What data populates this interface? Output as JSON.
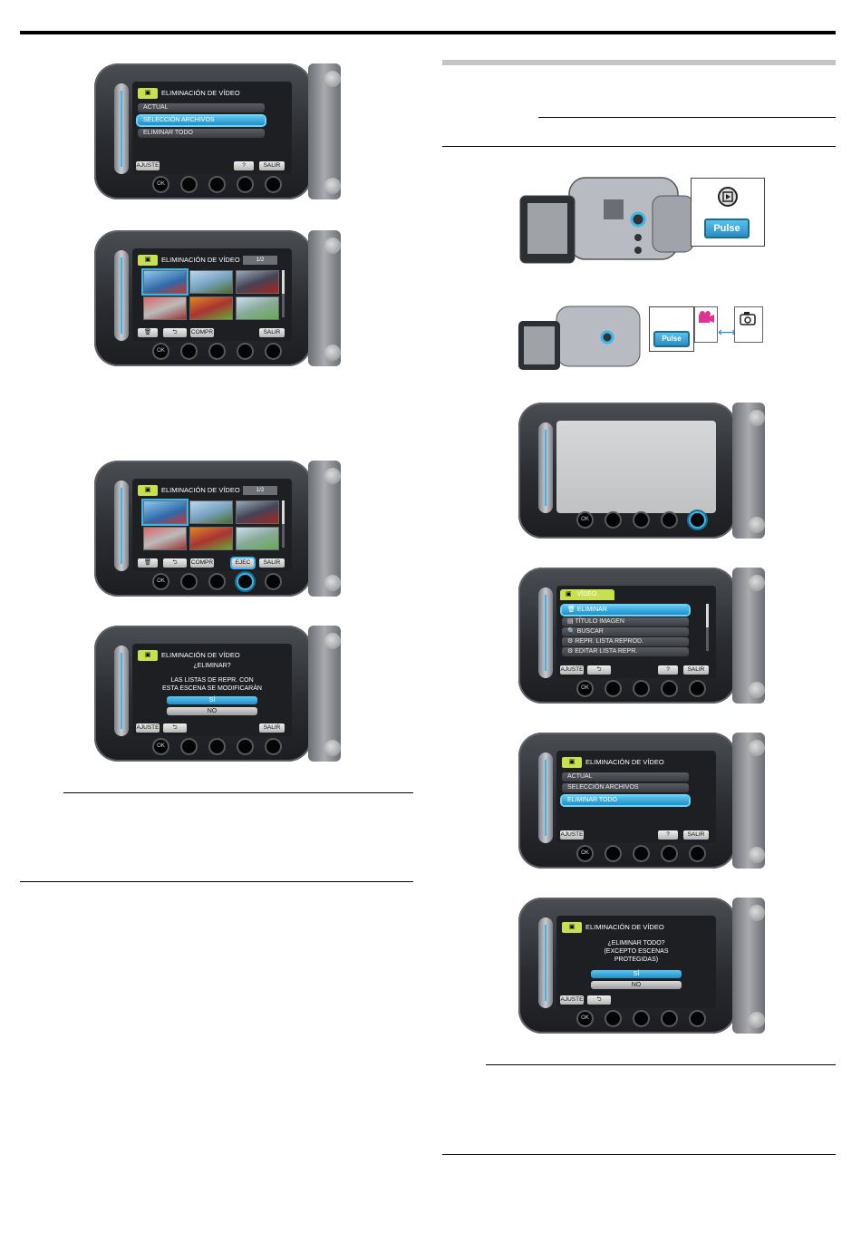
{
  "buttons": {
    "ajuste": "AJUSTE",
    "help": "?",
    "salir": "SALIR",
    "compr": "COMPR",
    "ejec": "EJEC",
    "back": "⮌",
    "trash": "🗑",
    "pulse": "Pulse",
    "ok": "OK"
  },
  "screens": {
    "delete_video_title": "ELIMINACIÓN DE VÍDEO",
    "page_indicator": "1/2",
    "options": [
      "ACTUAL",
      "SELECCIÓN ARCHIVOS",
      "ELIMINAR TODO"
    ],
    "confirm_question": "¿ELIMINAR?",
    "confirm_note_line1": "LAS LISTAS DE REPR. CON",
    "confirm_note_line2": "ESTA ESCENA SE MODIFICARÁN",
    "yes": "SÍ",
    "no": "NO",
    "video_menu_title": "VÍDEO",
    "video_menu_items": [
      "ELIMINAR",
      "TÍTULO IMAGEN",
      "BUSCAR",
      "REPR. LISTA REPROD.",
      "EDITAR LISTA REPR."
    ],
    "delete_all_q1": "¿ELIMINAR TODO?",
    "delete_all_q2": "(EXCEPTO ESCENAS",
    "delete_all_q3": "PROTEGIDAS)"
  },
  "icons": {
    "video_mode": "video-camera-icon",
    "photo_mode": "photo-camera-icon",
    "swap": "swap-arrow-icon"
  },
  "colors": {
    "highlight": "#3ab6ea",
    "title_badge": "#c7e04f",
    "video_mode": "#e0338d"
  }
}
